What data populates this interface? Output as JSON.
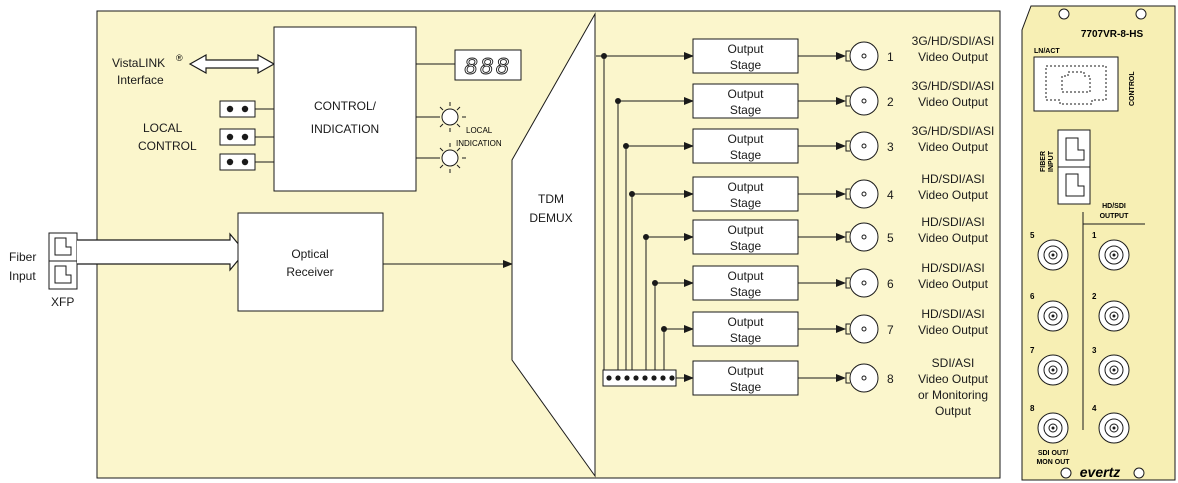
{
  "interface": {
    "vistalink_label": "VistaLINK",
    "registered_mark": "®",
    "interface_label": "Interface"
  },
  "local_control_label": [
    "LOCAL",
    "CONTROL"
  ],
  "control_block_label": [
    "CONTROL/",
    "INDICATION"
  ],
  "display_digits": "888",
  "local_indication_label": [
    "LOCAL",
    "INDICATION"
  ],
  "fiber_input_label": [
    "Fiber",
    "Input"
  ],
  "xfp_label": "XFP",
  "optical_receiver_label": [
    "Optical",
    "Receiver"
  ],
  "demux_label": [
    "TDM",
    "DEMUX"
  ],
  "output_stage_label": [
    "Output",
    "Stage"
  ],
  "outputs": [
    {
      "number": "1",
      "desc": [
        "3G/HD/SDI/ASI",
        "Video Output"
      ]
    },
    {
      "number": "2",
      "desc": [
        "3G/HD/SDI/ASI",
        "Video Output"
      ]
    },
    {
      "number": "3",
      "desc": [
        "3G/HD/SDI/ASI",
        "Video Output"
      ]
    },
    {
      "number": "4",
      "desc": [
        "HD/SDI/ASI",
        "Video Output"
      ]
    },
    {
      "number": "5",
      "desc": [
        "HD/SDI/ASI",
        "Video Output"
      ]
    },
    {
      "number": "6",
      "desc": [
        "HD/SDI/ASI",
        "Video Output"
      ]
    },
    {
      "number": "7",
      "desc": [
        "HD/SDI/ASI",
        "Video Output"
      ]
    },
    {
      "number": "8",
      "desc": [
        "SDI/ASI",
        "Video Output",
        "or Monitoring",
        "Output"
      ]
    }
  ],
  "rear_panel": {
    "model": "7707VR-8-HS",
    "ln_act": "LN/ACT",
    "control": "CONTROL",
    "fiber_input": [
      "FIBER",
      "INPUT"
    ],
    "hd_sdi_output": [
      "HD/SDI",
      "OUTPUT"
    ],
    "left_numbers": [
      "5",
      "6",
      "7",
      "8"
    ],
    "right_numbers": [
      "1",
      "2",
      "3",
      "4"
    ],
    "sdi_out": [
      "SDI OUT/",
      "MON OUT"
    ],
    "brand": "evertz"
  },
  "colors": {
    "board_fill": "#fbf6cc",
    "panel_fill": "#f7efb4",
    "line": "#1a1a1a"
  }
}
